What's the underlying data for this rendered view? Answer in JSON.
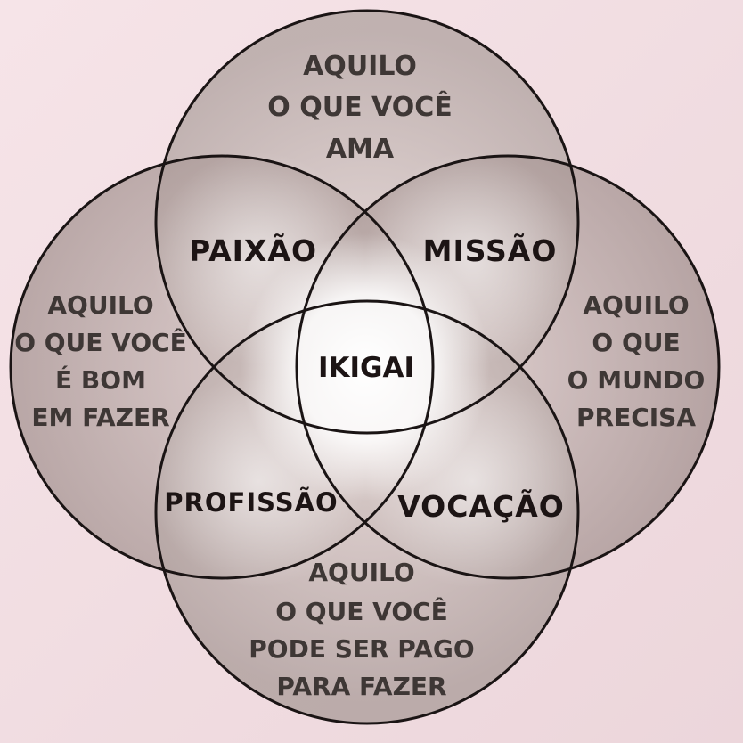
{
  "diagram": {
    "circles": {
      "top": {
        "line1": "AQUILO",
        "line2": "O QUE VOCÊ",
        "line3": "AMA"
      },
      "left": {
        "line1": "AQUILO",
        "line2": "O QUE VOCÊ",
        "line3": "É BOM",
        "line4": "EM FAZER"
      },
      "right": {
        "line1": "AQUILO",
        "line2": "O QUE",
        "line3": "O MUNDO",
        "line4": "PRECISA"
      },
      "bottom": {
        "line1": "AQUILO",
        "line2": "O QUE VOCÊ",
        "line3": "PODE SER PAGO",
        "line4": "PARA FAZER"
      }
    },
    "intersections": {
      "top_left": "PAIXÃO",
      "top_right": "MISSÃO",
      "bottom_left": "PROFISSÃO",
      "bottom_right": "VOCAÇÃO",
      "center": "IKIGAI"
    },
    "colors": {
      "background": "#f2dfe3",
      "circle_fill": "#8a7a78",
      "outline": "#1a1414",
      "label": "#3e3735"
    }
  }
}
